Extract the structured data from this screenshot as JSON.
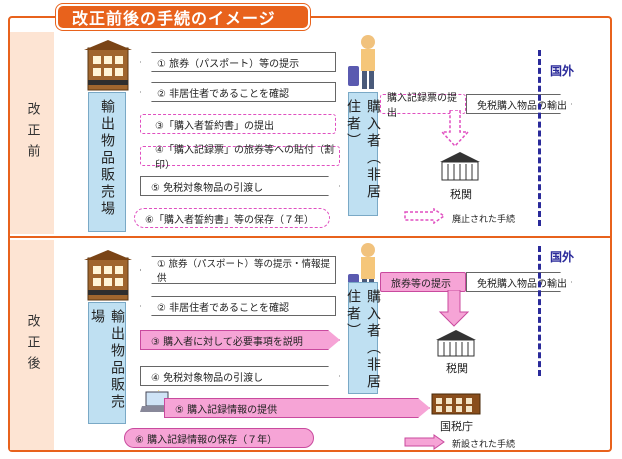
{
  "title": "改正前後の手続のイメージ",
  "sections": {
    "before_label": "改正前",
    "after_label": "改正後"
  },
  "before": {
    "store_label": "輸出物品販売場",
    "buyer_label": "購入者（非居住者）",
    "steps": [
      "① 旅券（パスポート）等の提示",
      "② 非居住者であることを確認",
      "③「購入者誓約書」の提出",
      "④「購入記録票」の旅券等への貼付（割印）",
      "⑤ 免税対象物品の引渡し",
      "⑥「購入者誓約書」等の保存（７年）"
    ],
    "submit_label": "購入記録票の提出",
    "export_label": "免税購入物品の輸出",
    "customs_label": "税関",
    "abolished_legend": "廃止された手続",
    "foreign_label": "国外"
  },
  "after": {
    "store_label": "輸出物品販売場",
    "buyer_label": "購入者（非居住者）",
    "steps": [
      "① 旅券（パスポート）等の提示・情報提供",
      "② 非居住者であることを確認",
      "③ 購入者に対して必要事項を説明",
      "④ 免税対象物品の引渡し",
      "⑤ 購入記録情報の提供",
      "⑥ 購入記録情報の保存（７年）"
    ],
    "passport_label": "旅券等の提示",
    "export_label": "免税購入物品の輸出",
    "customs_label": "税関",
    "tax_agency_label": "国税庁",
    "new_legend": "新設された手続",
    "foreign_label": "国外"
  }
}
